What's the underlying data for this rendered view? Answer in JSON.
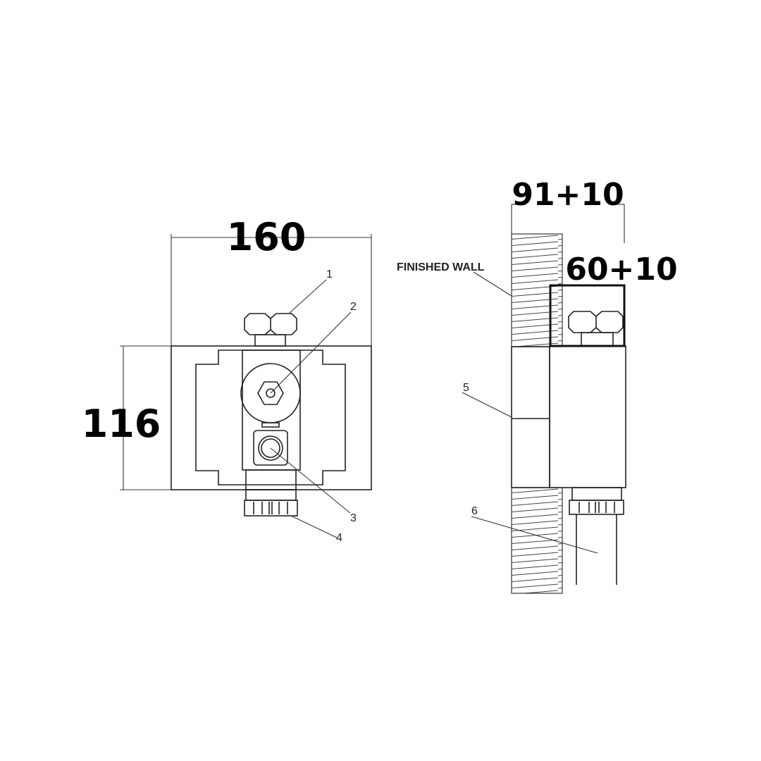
{
  "front_view": {
    "width_dimension": "160",
    "height_dimension": "116",
    "callouts": [
      "1",
      "2",
      "3",
      "4"
    ]
  },
  "side_view": {
    "overall_depth_dimension": "91+10",
    "box_depth_dimension": "60+10",
    "wall_label": "FINISHED WALL",
    "callouts": [
      "5",
      "6"
    ]
  }
}
